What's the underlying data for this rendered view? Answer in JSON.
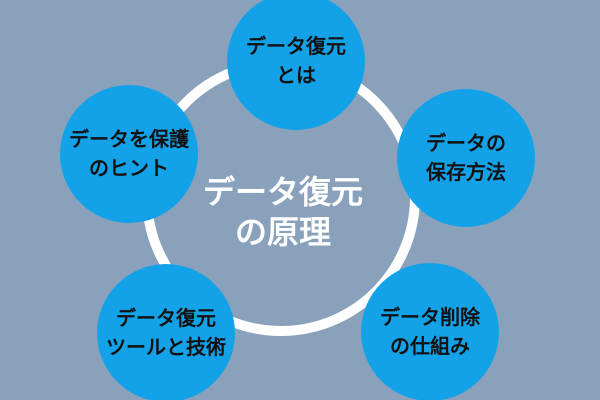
{
  "diagram": {
    "center": {
      "line1": "データ復元",
      "line2": "の原理"
    },
    "nodes": [
      {
        "line1": "データ復元",
        "line2": "とは"
      },
      {
        "line1": "データの",
        "line2": "保存方法"
      },
      {
        "line1": "データ削除",
        "line2": "の仕組み"
      },
      {
        "line1": "データ復元",
        "line2": "ツールと技術"
      },
      {
        "line1": "データを保護",
        "line2": "のヒント"
      }
    ]
  },
  "colors": {
    "background": "#8aa1bb",
    "ring": "#ffffff",
    "node_fill": "#13a2e8",
    "node_text": "#111111",
    "center_text": "#ffffff"
  }
}
